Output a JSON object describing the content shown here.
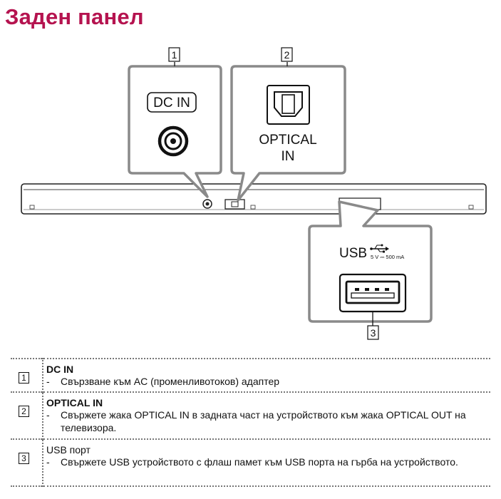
{
  "page_title": "Заден панел",
  "callouts": {
    "dc_in_label": "DC IN",
    "optical_label_line1": "OPTICAL",
    "optical_label_line2": "IN",
    "usb_label": "USB",
    "usb_rating": "5 V ⎓ 500 mA"
  },
  "items": [
    {
      "num": "1",
      "heading": "DC IN",
      "bullets": [
        "Свързване към AC (променливотоков) адаптер"
      ]
    },
    {
      "num": "2",
      "heading": "OPTICAL IN",
      "bullets": [
        "Свържете жака OPTICAL IN в задната част на устройството към жака OPTICAL OUT на телевизора."
      ]
    },
    {
      "num": "3",
      "heading": "USB порт",
      "bullets": [
        "Свържете USB устройството с флаш памет към USB порта на гърба на устройството."
      ]
    }
  ],
  "colors": {
    "title": "#b5134f",
    "callout_border": "#8a8a8a"
  }
}
